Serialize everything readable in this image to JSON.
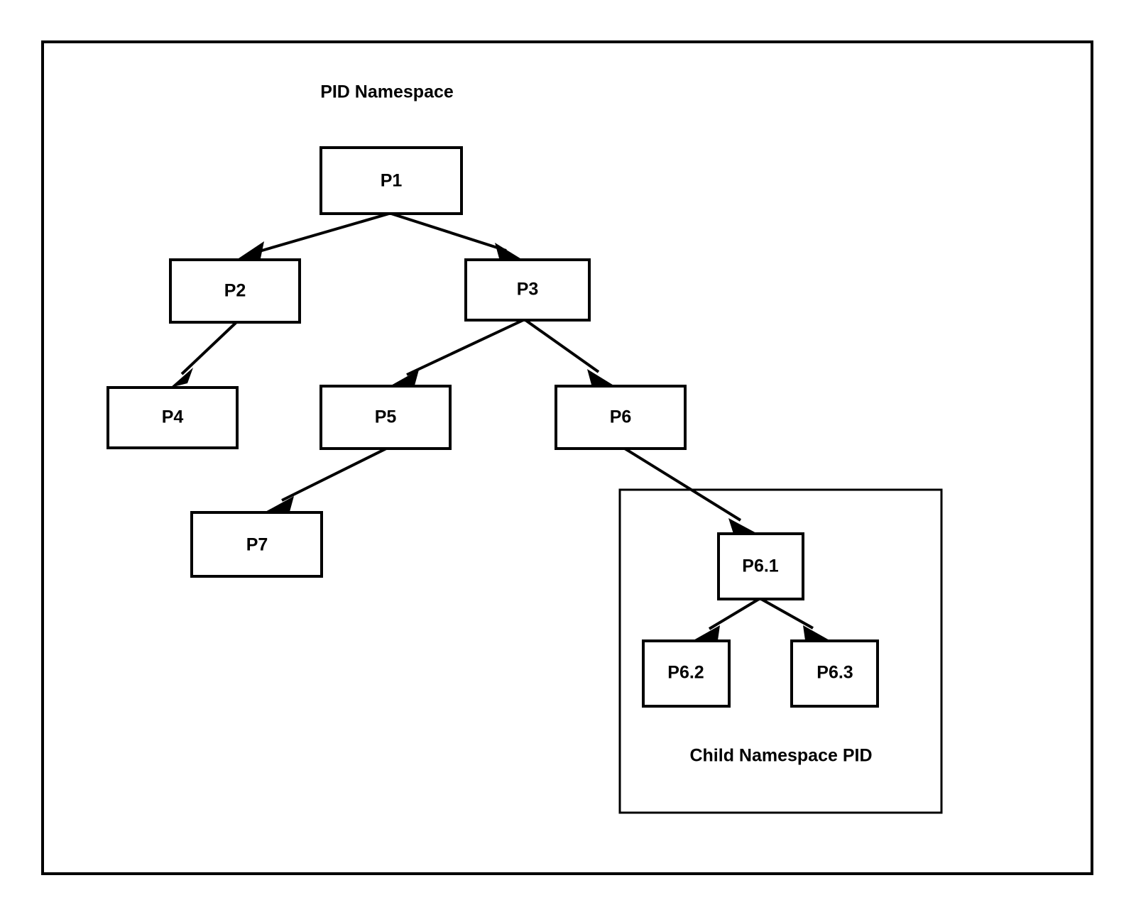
{
  "diagram": {
    "title": "PID Namespace",
    "child_region_label": "Child Namespace PID",
    "colors": {
      "background": "#ffffff",
      "stroke": "#000000",
      "text": "#000000",
      "node_fill": "#ffffff"
    },
    "nodes": [
      {
        "id": "P1",
        "label": "P1"
      },
      {
        "id": "P2",
        "label": "P2"
      },
      {
        "id": "P3",
        "label": "P3"
      },
      {
        "id": "P4",
        "label": "P4"
      },
      {
        "id": "P5",
        "label": "P5"
      },
      {
        "id": "P6",
        "label": "P6"
      },
      {
        "id": "P7",
        "label": "P7"
      },
      {
        "id": "P6.1",
        "label": "P6.1"
      },
      {
        "id": "P6.2",
        "label": "P6.2"
      },
      {
        "id": "P6.3",
        "label": "P6.3"
      }
    ],
    "edges": [
      {
        "from": "P1",
        "to": "P2"
      },
      {
        "from": "P1",
        "to": "P3"
      },
      {
        "from": "P2",
        "to": "P4"
      },
      {
        "from": "P3",
        "to": "P5"
      },
      {
        "from": "P3",
        "to": "P6"
      },
      {
        "from": "P5",
        "to": "P7"
      },
      {
        "from": "P6",
        "to": "P6.1"
      },
      {
        "from": "P6.1",
        "to": "P6.2"
      },
      {
        "from": "P6.1",
        "to": "P6.3"
      }
    ]
  }
}
